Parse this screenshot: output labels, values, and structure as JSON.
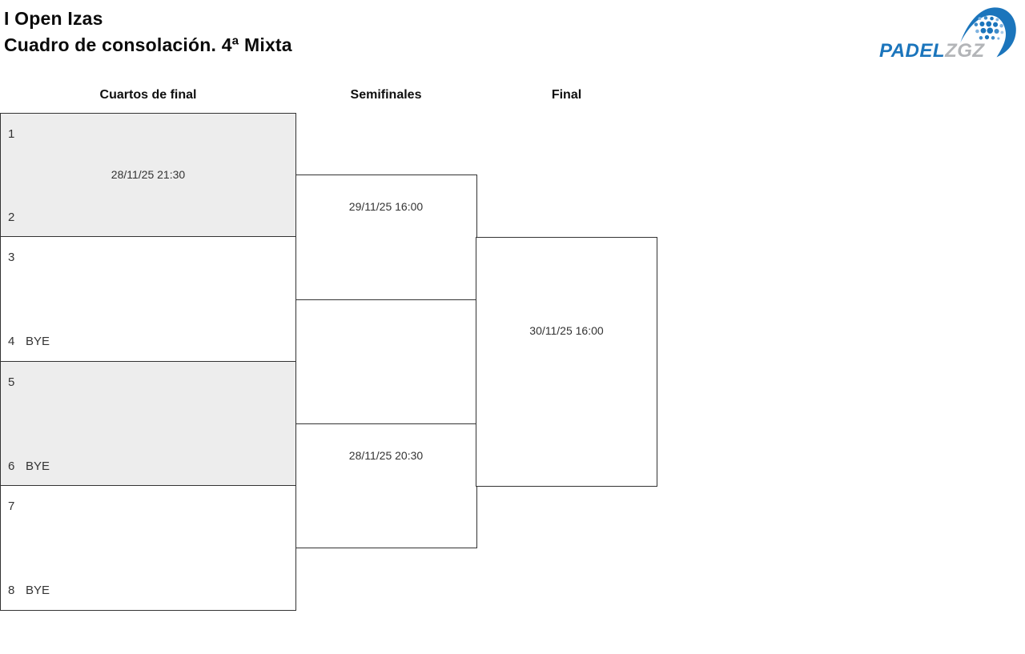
{
  "header": {
    "title": "I Open Izas",
    "subtitle": "Cuadro de consolación. 4ª Mixta"
  },
  "logo": {
    "word_padel": "PADEL",
    "word_zgz": "ZGZ",
    "blue": "#1b75bc",
    "gray": "#b3b5b8"
  },
  "rounds": [
    {
      "label": "Cuartos de final"
    },
    {
      "label": "Semifinales"
    },
    {
      "label": "Final"
    }
  ],
  "quarterfinals": [
    {
      "top_seed": "1",
      "top_name": "",
      "bottom_seed": "2",
      "bottom_name": "",
      "date": "28/11/25 21:30"
    },
    {
      "top_seed": "3",
      "top_name": "",
      "bottom_seed": "4",
      "bottom_name": "BYE",
      "date": ""
    },
    {
      "top_seed": "5",
      "top_name": "",
      "bottom_seed": "6",
      "bottom_name": "BYE",
      "date": ""
    },
    {
      "top_seed": "7",
      "top_name": "",
      "bottom_seed": "8",
      "bottom_name": "BYE",
      "date": ""
    }
  ],
  "semifinals": [
    {
      "date": "29/11/25 16:00"
    },
    {
      "date": "28/11/25 20:30"
    }
  ],
  "final_match": {
    "date": "30/11/25 16:00"
  },
  "colors": {
    "shaded_box": "#ededed",
    "border": "#333333",
    "text": "#333333"
  }
}
